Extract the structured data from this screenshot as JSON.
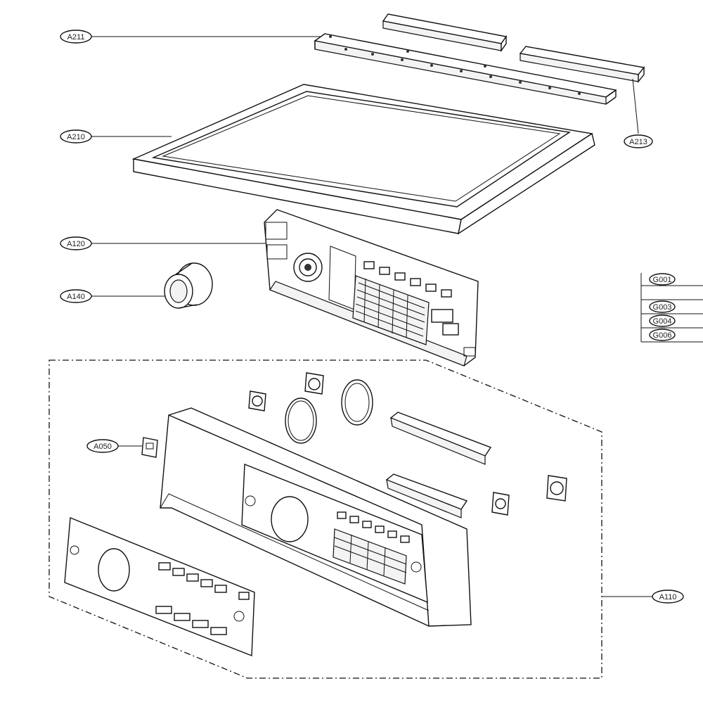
{
  "callouts": {
    "a211": "A211",
    "a210": "A210",
    "a213": "A213",
    "a120": "A120",
    "a140": "A140",
    "a050": "A050",
    "a110": "A110"
  },
  "legend": [
    "G001",
    "G003",
    "G004",
    "G006"
  ]
}
